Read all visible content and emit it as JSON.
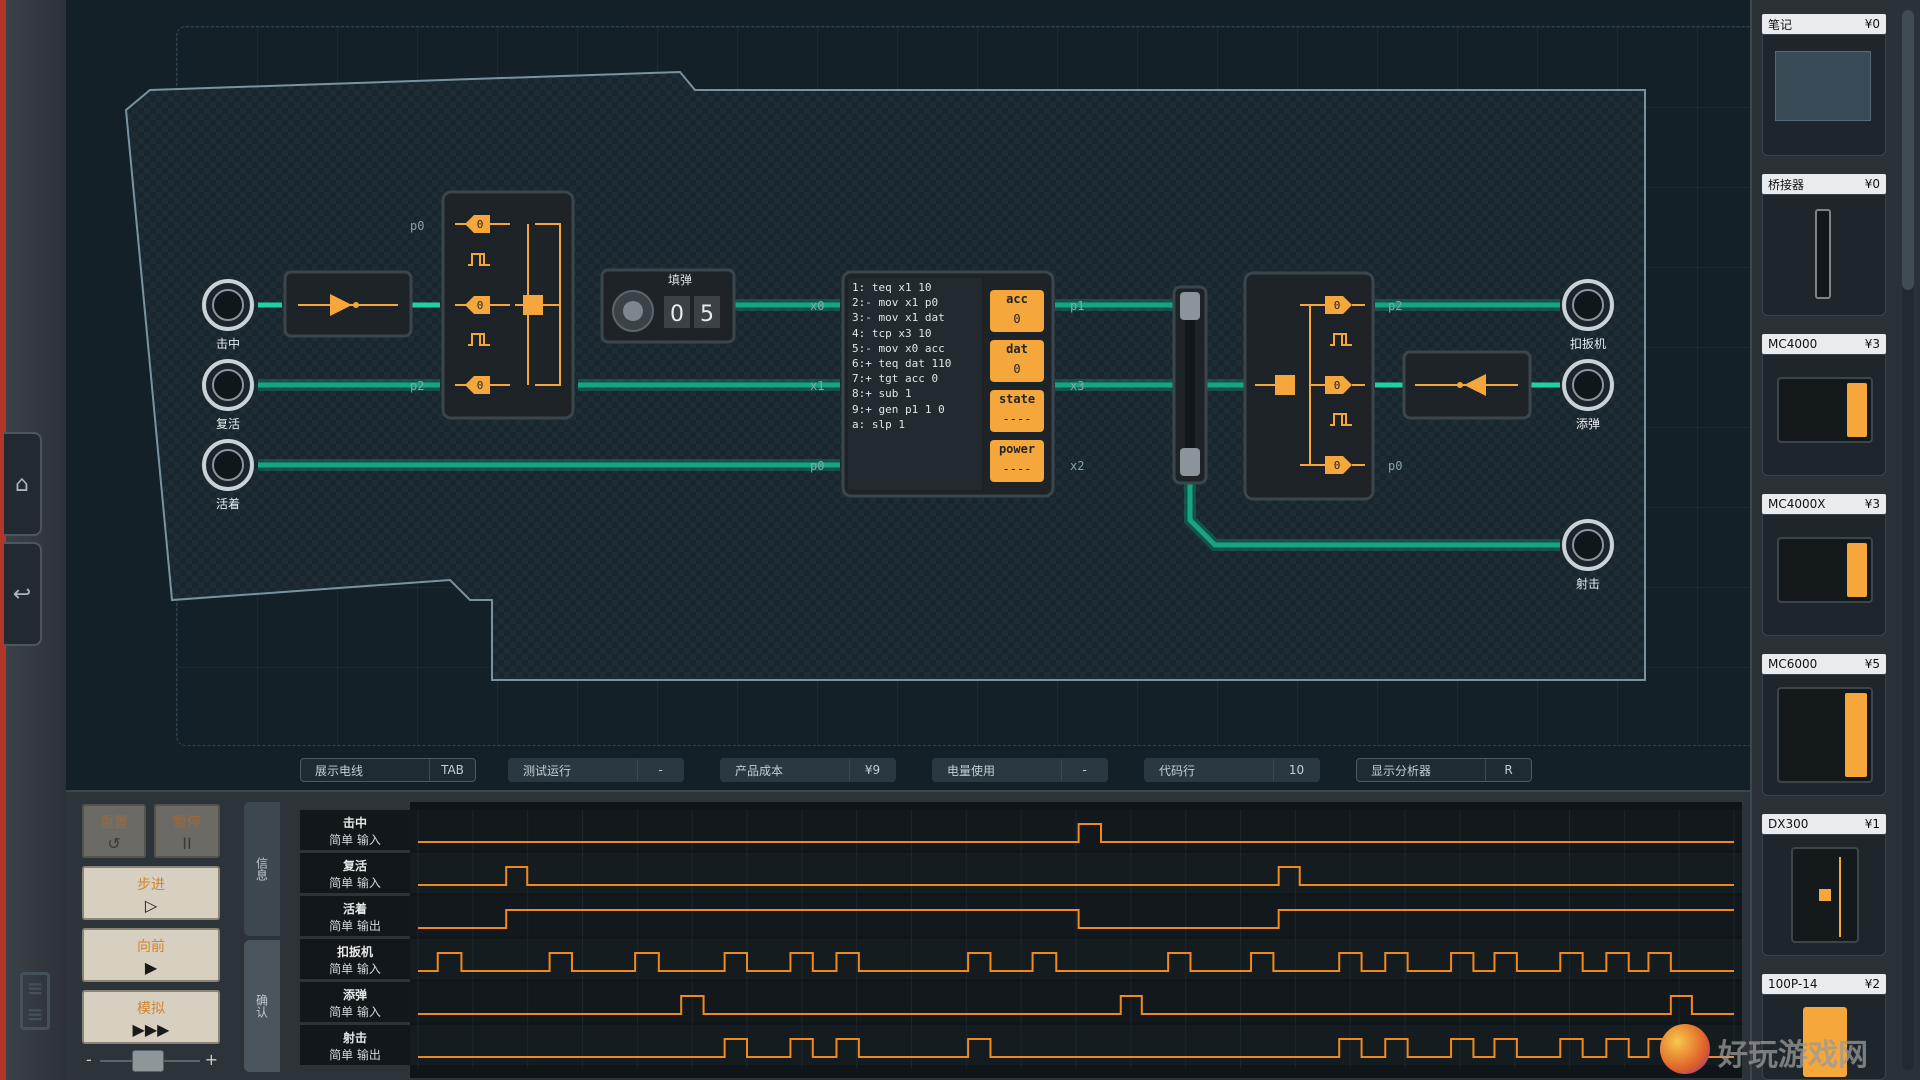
{
  "colors": {
    "trace": "#1fd1a5",
    "accent": "#f5a73b",
    "panel": "#2c343a",
    "scope_wave": "#f08a1e"
  },
  "ports": {
    "hit": "击中",
    "revive": "复活",
    "alive": "活着",
    "flipper": "扣扳机",
    "reload": "添弹",
    "fire": "射击"
  },
  "counter": {
    "label": "填弹",
    "digit1": "0",
    "digit2": "5"
  },
  "gate_values": {
    "v": "0"
  },
  "net_labels": {
    "p0": "p0",
    "p1": "p1",
    "p2": "p2",
    "x0": "x0",
    "x1": "x1",
    "x2": "x2",
    "x3": "x3"
  },
  "mc_code": [
    "1:  teq x1 10",
    "2:- mov x1 p0",
    "3:- mov x1 dat",
    "4:  tcp x3 10",
    "5:- mov x0 acc",
    "6:+ teq dat 110",
    "7:+ tgt acc 0",
    "8:+ sub 1",
    "9:+ gen p1 1 0",
    "a:  slp 1"
  ],
  "registers": [
    {
      "name": "acc",
      "value": "0"
    },
    {
      "name": "dat",
      "value": "0"
    },
    {
      "name": "state",
      "value": "----"
    },
    {
      "name": "power",
      "value": "----"
    }
  ],
  "status": [
    {
      "key": "展示电线",
      "value": "TAB"
    },
    {
      "key": "测试运行",
      "value": "-"
    },
    {
      "key": "产品成本",
      "value": "¥9"
    },
    {
      "key": "电量使用",
      "value": "-"
    },
    {
      "key": "代码行",
      "value": "10"
    },
    {
      "key": "显示分析器",
      "value": "R"
    }
  ],
  "controls": {
    "reset": "重置",
    "pause": "暂停",
    "step": "步进",
    "forward": "向前",
    "simulate": "模拟",
    "reset_sym": "↺",
    "pause_sym": "II",
    "step_sym": "▷",
    "forward_sym": "▶",
    "simulate_sym": "▶▶▶",
    "minus": "-",
    "plus": "+"
  },
  "tabs": {
    "info": "信息",
    "verify": "确认"
  },
  "io_rows": [
    {
      "name": "击中",
      "type": "简单 输入"
    },
    {
      "name": "复活",
      "type": "简单 输入"
    },
    {
      "name": "活着",
      "type": "简单 输出"
    },
    {
      "name": "扣扳机",
      "type": "简单 输入"
    },
    {
      "name": "添弹",
      "type": "简单 输入"
    },
    {
      "name": "射击",
      "type": "简单 输出"
    }
  ],
  "waveforms": [
    {
      "name": "击中",
      "pulses": [
        [
          0.502,
          0.519
        ]
      ]
    },
    {
      "name": "复活",
      "pulses": [
        [
          0.067,
          0.083
        ],
        [
          0.654,
          0.67
        ]
      ]
    },
    {
      "name": "活着",
      "pulses": [
        [
          0.067,
          0.502
        ],
        [
          0.654,
          1.0
        ]
      ]
    },
    {
      "name": "扣扳机",
      "pulses": [
        [
          0.015,
          0.033
        ],
        [
          0.1,
          0.117
        ],
        [
          0.165,
          0.183
        ],
        [
          0.233,
          0.25
        ],
        [
          0.283,
          0.3
        ],
        [
          0.318,
          0.335
        ],
        [
          0.418,
          0.435
        ],
        [
          0.467,
          0.485
        ],
        [
          0.57,
          0.587
        ],
        [
          0.633,
          0.65
        ],
        [
          0.7,
          0.717
        ],
        [
          0.735,
          0.752
        ],
        [
          0.785,
          0.802
        ],
        [
          0.818,
          0.835
        ],
        [
          0.868,
          0.885
        ],
        [
          0.903,
          0.92
        ],
        [
          0.935,
          0.952
        ]
      ]
    },
    {
      "name": "添弹",
      "pulses": [
        [
          0.2,
          0.217
        ],
        [
          0.534,
          0.55
        ],
        [
          0.952,
          0.968
        ]
      ]
    },
    {
      "name": "射击",
      "pulses": [
        [
          0.233,
          0.25
        ],
        [
          0.283,
          0.3
        ],
        [
          0.318,
          0.335
        ],
        [
          0.418,
          0.435
        ],
        [
          0.7,
          0.717
        ],
        [
          0.735,
          0.752
        ],
        [
          0.785,
          0.802
        ],
        [
          0.818,
          0.835
        ],
        [
          0.868,
          0.885
        ],
        [
          0.903,
          0.92
        ],
        [
          0.935,
          0.952
        ]
      ]
    }
  ],
  "parts": [
    {
      "name": "笔记",
      "price": "¥0"
    },
    {
      "name": "桥接器",
      "price": "¥0"
    },
    {
      "name": "MC4000",
      "price": "¥3"
    },
    {
      "name": "MC4000X",
      "price": "¥3"
    },
    {
      "name": "MC6000",
      "price": "¥5"
    },
    {
      "name": "DX300",
      "price": "¥1"
    },
    {
      "name": "100P-14",
      "price": "¥2"
    }
  ],
  "watermark": "好玩游戏网"
}
